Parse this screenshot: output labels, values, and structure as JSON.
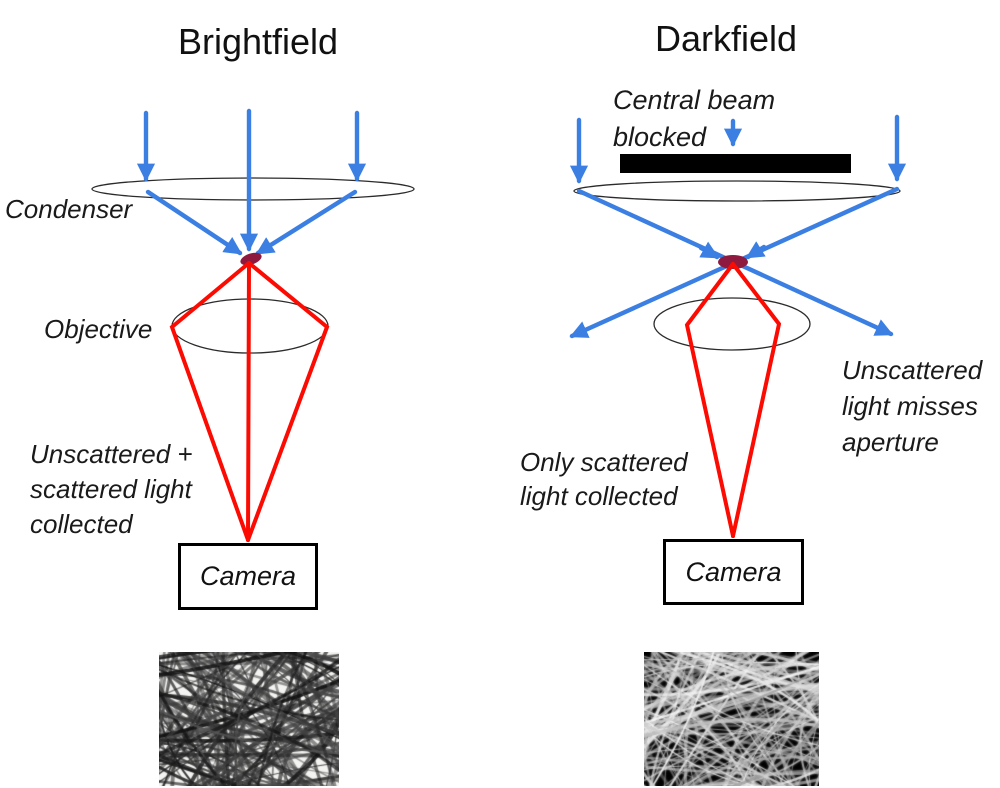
{
  "colors": {
    "ray_blue": "#3b7fe3",
    "ray_red": "#fb0b02",
    "sample_maroon": "#8e1a3f",
    "beam_block": "#000000"
  },
  "left_panel": {
    "title": "Brightfield",
    "condenser_label": "Condenser",
    "objective_label": "Objective",
    "caption": "Unscattered +\nscattered light\ncollected",
    "camera_label": "Camera",
    "micrograph_alt": "brightfield micrograph: dark fibers on light background"
  },
  "right_panel": {
    "title": "Darkfield",
    "block_label": "Central beam\nblocked",
    "caption_right": "Unscattered\nlight misses\naperture",
    "caption_left": "Only scattered\nlight collected",
    "camera_label": "Camera",
    "micrograph_alt": "darkfield micrograph: bright fibers on dark background"
  }
}
